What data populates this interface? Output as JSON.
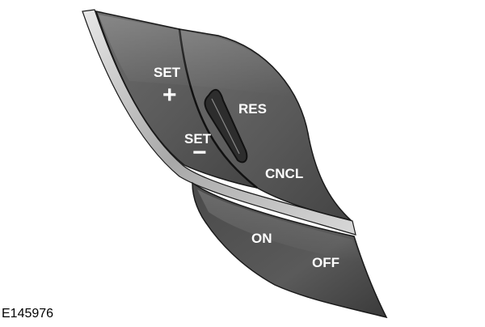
{
  "buttons": {
    "set_plus": {
      "label": "SET",
      "symbol": "+"
    },
    "set_minus": {
      "label": "SET",
      "symbol": "−"
    },
    "res": {
      "label": "RES"
    },
    "cncl": {
      "label": "CNCL"
    },
    "on": {
      "label": "ON"
    },
    "off": {
      "label": "OFF"
    }
  },
  "figure_code": "E145976",
  "colors": {
    "button_face": "#5f5f5f",
    "button_face_dark": "#3c3c3c",
    "bezel_silver": "#c8c8c8",
    "label": "#ffffff"
  }
}
